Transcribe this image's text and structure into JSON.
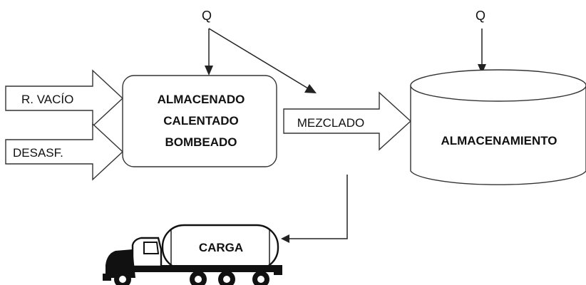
{
  "heat_inputs": {
    "q_left": "Q",
    "q_right": "Q"
  },
  "inputs": {
    "vacuum_residue": "R. VACÍO",
    "deasphalted": "DESASF."
  },
  "process": {
    "line1": "ALMACENADO",
    "line2": "CALENTADO",
    "line3": "BOMBEADO"
  },
  "mixing": "MEZCLADO",
  "storage": "ALMACENAMIENTO",
  "load": "CARGA"
}
